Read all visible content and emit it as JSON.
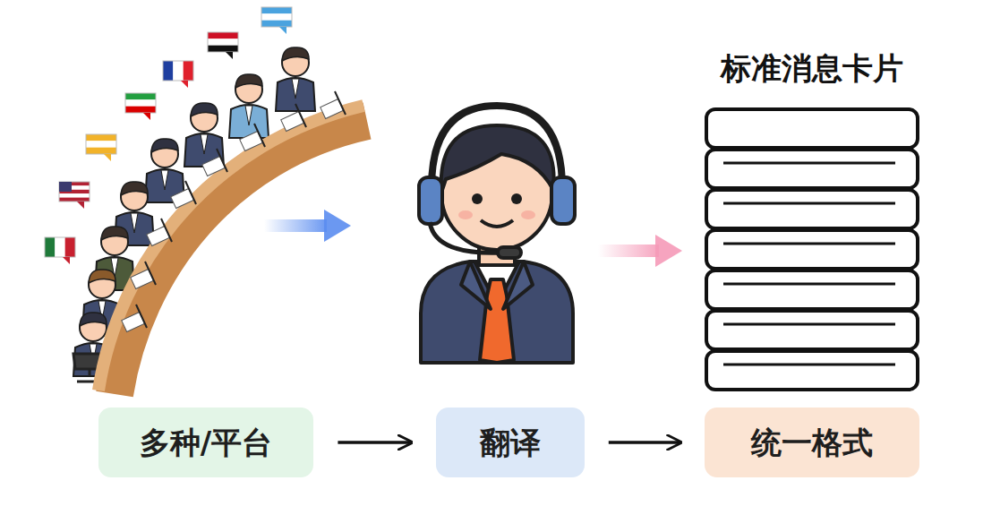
{
  "diagram": {
    "nodes": [
      {
        "text": [
          "多种/平台"
        ]
      },
      {
        "text": [
          "翻译"
        ]
      },
      {
        "text": [
          "统一格式"
        ]
      }
    ],
    "edges": [
      {
        "from": 0,
        "to": 1,
        "arrow": "to"
      },
      {
        "from": 1,
        "to": 2,
        "arrow": "to"
      }
    ],
    "labels": [
      "标准消息卡片"
    ]
  }
}
